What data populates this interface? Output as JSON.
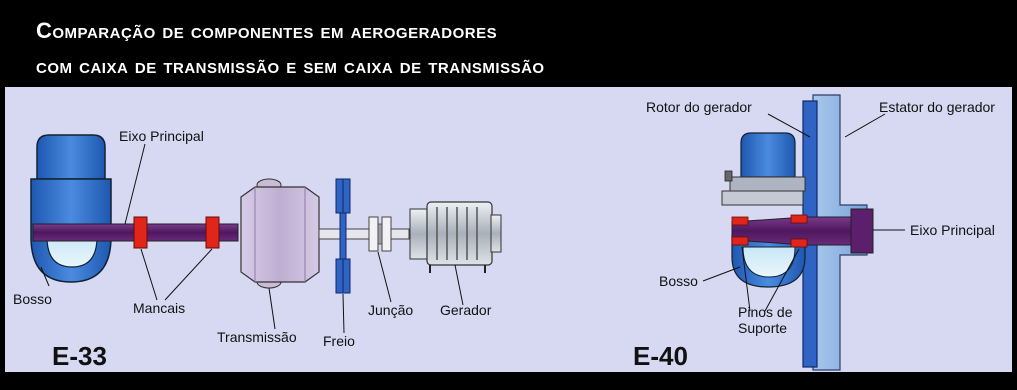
{
  "title": {
    "line1": "Comparação de componentes em aerogeradores",
    "line2": "com caixa de transmissão e sem caixa de transmissão"
  },
  "left_diagram": {
    "code": "E-33",
    "labels": {
      "main_shaft": "Eixo Principal",
      "hub": "Bosso",
      "bearings": "Mancais",
      "gearbox": "Transmissão",
      "brake": "Freio",
      "coupling": "Junção",
      "generator": "Gerador"
    }
  },
  "right_diagram": {
    "code": "E-40",
    "labels": {
      "generator_rotor": "Rotor do gerador",
      "generator_stator": "Estator do gerador",
      "main_shaft": "Eixo Principal",
      "hub": "Bosso",
      "support_pins_line1": "Pinos de",
      "support_pins_line2": "Suporte"
    }
  },
  "colors": {
    "background": "#d7d9f2",
    "hub_blue": "#2c6bc4",
    "shaft_purple": "#5b1f6b",
    "bearing_red": "#e0261b",
    "gearbox_lavender": "#c8b8d8",
    "generator_grey": "#9aa4b0",
    "stator_blue": "#8ab0e0"
  }
}
